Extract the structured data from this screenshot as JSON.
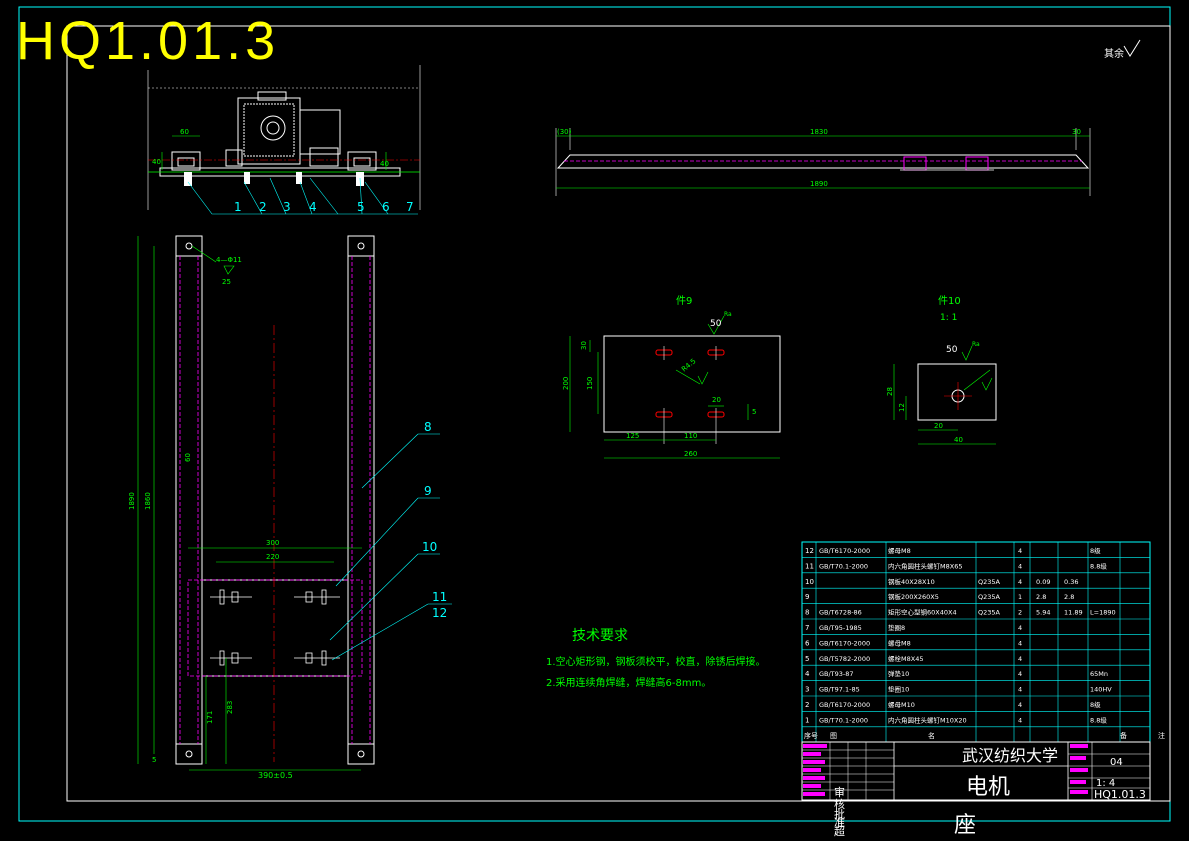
{
  "drawing_number_title": "HQ1.01.3",
  "surface_note": "其余",
  "tech": {
    "title": "技术要求",
    "line1": "1.空心矩形钢，钢板须校平，校直，除锈后焊接。",
    "line2": "2.采用连续角焊缝，焊缝高6-8mm。"
  },
  "top_view": {
    "dims": {
      "d60": "60",
      "d40a": "40",
      "d40b": "40"
    },
    "callouts": [
      "1",
      "2",
      "3",
      "4",
      "5",
      "6",
      "7"
    ]
  },
  "side_view": {
    "d30l": "(30)",
    "d1830": "1830",
    "d30r": "30",
    "d1890": "1890"
  },
  "plan_view": {
    "d1890": "1890",
    "d1860": "1860",
    "d60": "60",
    "d300": "300",
    "d220": "220",
    "d171": "171",
    "d283": "283",
    "d5": "5",
    "d390": "390±0.5",
    "hole": "4—Φ11",
    "rough": "25",
    "callouts": [
      "8",
      "9",
      "10",
      "11",
      "12"
    ]
  },
  "part9": {
    "title": "件9",
    "rough": "50",
    "rough_r": "Ra",
    "d30": "30",
    "d200": "200",
    "d150": "150",
    "d125": "125",
    "d110": "110",
    "d260": "260",
    "d20": "20",
    "d5": "5",
    "slot": "R4.5"
  },
  "part10": {
    "title": "件10",
    "scale": "1: 1",
    "rough": "50",
    "rough_r": "Ra",
    "d28": "28",
    "d12": "12",
    "d20": "20",
    "d40": "40"
  },
  "bom": {
    "rows": [
      {
        "no": "12",
        "std": "GB/T6170-2000",
        "name": "螺母M8",
        "qty": "4",
        "w1": "",
        "w2": "",
        "note": "8级"
      },
      {
        "no": "11",
        "std": "GB/T70.1-2000",
        "name": "内六角圆柱头螺钉M8X65",
        "qty": "4",
        "w1": "",
        "w2": "",
        "note": "8.8级"
      },
      {
        "no": "10",
        "std": "",
        "name": "钢板40X28X10",
        "mat": "Q235A",
        "qty": "4",
        "w1": "0.09",
        "w2": "0.36",
        "note": ""
      },
      {
        "no": "9",
        "std": "",
        "name": "钢板200X260X5",
        "mat": "Q235A",
        "qty": "1",
        "w1": "2.8",
        "w2": "2.8",
        "note": ""
      },
      {
        "no": "8",
        "std": "GB/T6728-86",
        "name": "矩形空心型钢60X40X4",
        "mat": "Q235A",
        "qty": "2",
        "w1": "5.94",
        "w2": "11.89",
        "note": "L=1890"
      },
      {
        "no": "7",
        "std": "GB/T95-1985",
        "name": "垫圈8",
        "qty": "4",
        "w1": "",
        "w2": "",
        "note": ""
      },
      {
        "no": "6",
        "std": "GB/T6170-2000",
        "name": "螺母M8",
        "qty": "4",
        "w1": "",
        "w2": "",
        "note": ""
      },
      {
        "no": "5",
        "std": "GB/T5782-2000",
        "name": "螺栓M8X45",
        "qty": "4",
        "w1": "",
        "w2": "",
        "note": ""
      },
      {
        "no": "4",
        "std": "GB/T93-87",
        "name": "弹垫10",
        "qty": "4",
        "w1": "",
        "w2": "",
        "note": "65Mn"
      },
      {
        "no": "3",
        "std": "GB/T97.1-85",
        "name": "垫圈10",
        "qty": "4",
        "w1": "",
        "w2": "",
        "note": "140HV"
      },
      {
        "no": "2",
        "std": "GB/T6170-2000",
        "name": "螺母M10",
        "qty": "4",
        "w1": "",
        "w2": "",
        "note": "8级"
      },
      {
        "no": "1",
        "std": "GB/T70.1-2000",
        "name": "内六角圆柱头螺钉M10X20",
        "qty": "4",
        "w1": "",
        "w2": "",
        "note": "8.8级"
      }
    ],
    "header": {
      "no": "序号",
      "code": "图",
      "name": "名",
      "note": "备",
      "extra": "注"
    }
  },
  "title_block": {
    "school": "武汉纺织大学",
    "part_name_1": "电机",
    "part_name_2": "座",
    "sheet": "04",
    "scale": "1: 4",
    "drawing_no": "HQ1.01.3",
    "sign_chars": [
      "审",
      "核",
      "批",
      "准",
      "超"
    ]
  }
}
